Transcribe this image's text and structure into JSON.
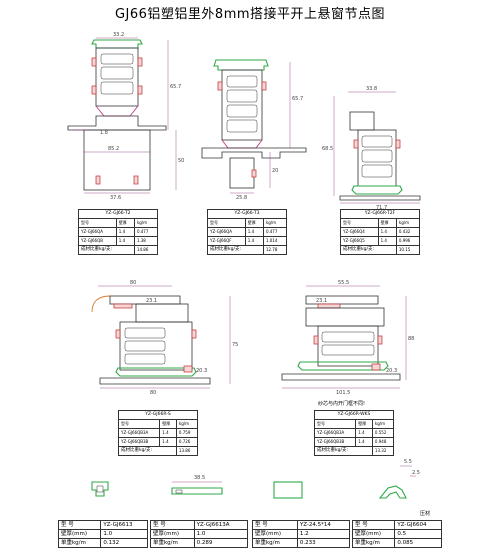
{
  "title": "GJ66铝塑铝里外8mm搭接平开上悬窗节点图",
  "colors": {
    "line": "#333333",
    "green": "#2fa84a",
    "pink": "#c23f8a",
    "red": "#c02828",
    "orange": "#d77a2a",
    "dim": "#8a2b7a"
  },
  "dims": {
    "d1_top": "33.2",
    "d1_h": "65.7",
    "d1_ref": "1.8",
    "d1_mid": "85.2",
    "d1_h2": "50",
    "d1_bot": "37.6",
    "d2_h": "65.7",
    "d2_bot": "25.8",
    "d2_side": "20",
    "d3_top": "33.8",
    "d3_h": "68.5",
    "d3_bot": "71.7",
    "d4_top": "80",
    "d4_a": "23.1",
    "d4_h": "75",
    "d4_b": "20.3",
    "d4_c": "80",
    "d5_top": "55.5",
    "d5_a": "23.1",
    "d5_h": "88",
    "d5_b": "20.3",
    "d5_bot": "101.5",
    "s2_a": "38.5",
    "s4_a": "5.5",
    "s4_b": "2.5"
  },
  "tables": [
    {
      "title": "YZ-GJ66-T2",
      "header": [
        "型号",
        "壁厚",
        "kg/m"
      ],
      "rows": [
        [
          "YZ-GJ66QA",
          "1.4",
          "0.477"
        ],
        [
          "YZ-GJ66QB",
          "1.4",
          "1.38"
        ]
      ],
      "foot_label": "成材比重kg/支:",
      "foot_value": "14.86"
    },
    {
      "title": "YZ-GJ66-T3",
      "header": [
        "型号",
        "壁厚",
        "kg/m"
      ],
      "rows": [
        [
          "YZ-GJ66QA",
          "1.4",
          "0.477"
        ],
        [
          "YZ-GJ66QF",
          "1.4",
          "1.014"
        ]
      ],
      "foot_label": "成材比重kg/支:",
      "foot_value": "12.78"
    },
    {
      "title": "YZ-GJ66R-T2F",
      "header": [
        "型号",
        "壁厚",
        "kg/m"
      ],
      "rows": [
        [
          "YZ-GJ66Q4",
          "1.4",
          "0.432"
        ],
        [
          "YZ-GJ66Q5",
          "1.4",
          "0.996"
        ]
      ],
      "foot_label": "成材比重kg/支:",
      "foot_value": "10.15"
    },
    {
      "title": "YZ-GJ66R-S",
      "header": [
        "型号",
        "壁厚",
        "kg/m"
      ],
      "rows": [
        [
          "YZ-GJ66QB3A",
          "1.4",
          "0.759"
        ],
        [
          "YZ-GJ66QB3B",
          "1.4",
          "0.726"
        ]
      ],
      "foot_label": "成材比重kg/支:",
      "foot_value": "13.86"
    },
    {
      "title": "YZ-GJ66R-WKS",
      "header": [
        "型号",
        "壁厚",
        "kg/m"
      ],
      "rows": [
        [
          "YZ-GJ66QB3A",
          "1.4",
          "0.552"
        ],
        [
          "YZ-GJ66QB3B",
          "1.4",
          "0.948"
        ]
      ],
      "foot_label": "成材比重kg/支:",
      "foot_value": "13.32"
    }
  ],
  "note": "纱芯与内开门框不同!",
  "small_label": "压材",
  "parts": [
    {
      "model_label": "型 号",
      "model": "YZ-GJ6613",
      "wall_label": "壁厚(mm)",
      "wall": "1.0",
      "wt_label": "单重kg/m",
      "wt": "0.132"
    },
    {
      "model_label": "型 号",
      "model": "YZ-GJ6613A",
      "wall_label": "壁厚(mm)",
      "wall": "1.0",
      "wt_label": "单重kg/m",
      "wt": "0.289"
    },
    {
      "model_label": "型 号",
      "model": "YZ-24.5*14",
      "wall_label": "壁厚(mm)",
      "wall": "1.2",
      "wt_label": "单重kg/m",
      "wt": "0.233"
    },
    {
      "model_label": "型 号",
      "model": "YZ-GJ6604",
      "wall_label": "壁厚(mm)",
      "wall": "0.5",
      "wt_label": "单重kg/m",
      "wt": "0.085"
    }
  ]
}
